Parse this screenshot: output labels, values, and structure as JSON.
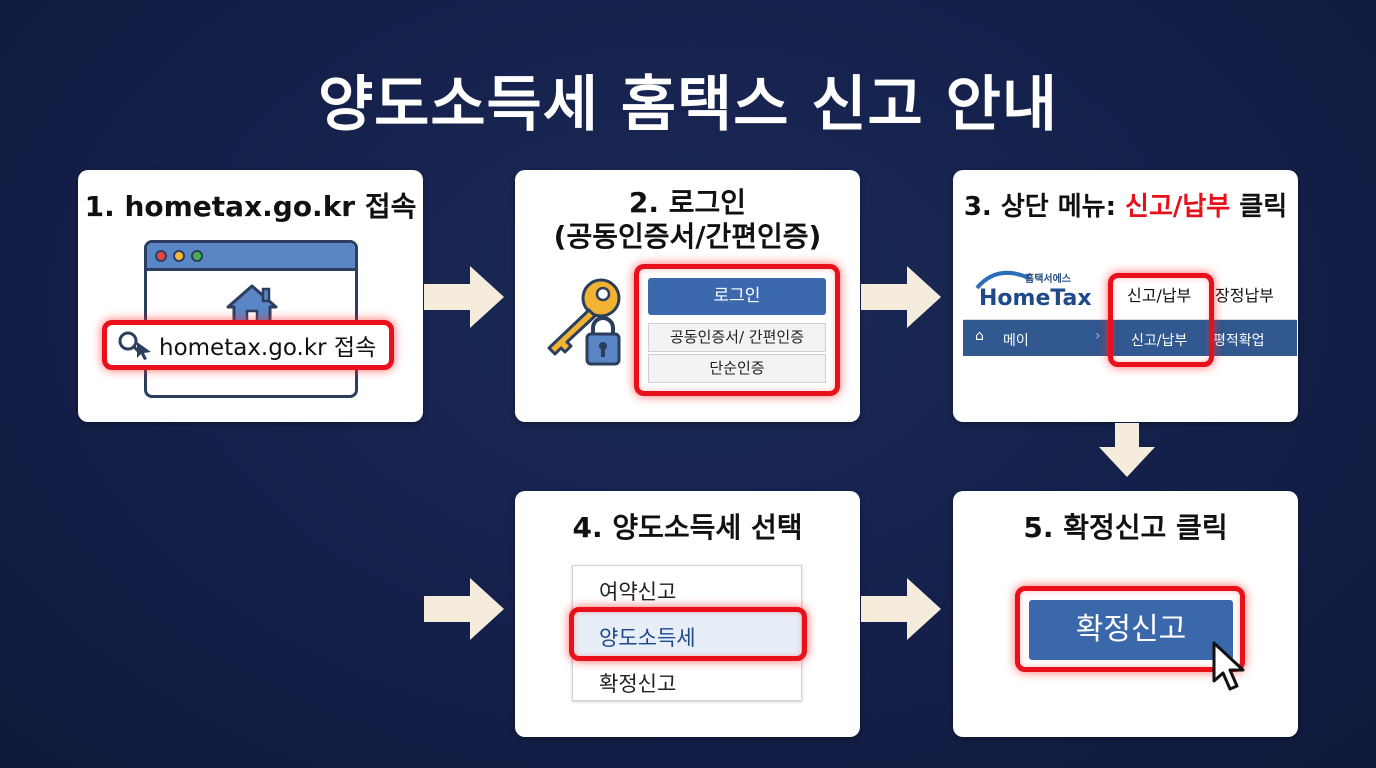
{
  "title": "양도소득세 홈택스 신고 안내",
  "steps": [
    {
      "title": "1. hometax.go.kr 접속",
      "url_text": "hometax.go.kr 접속"
    },
    {
      "title_line1": "2. 로그인",
      "title_line2": "(공동인증서/간편인증)",
      "login_button": "로그인",
      "option1": "공동인증서/ 간편인증",
      "option2": "단순인증"
    },
    {
      "title_prefix": "3. 상단 메뉴: ",
      "title_highlight": "신고/납부",
      "title_suffix": " 클릭",
      "logo_small": "홈택서에스",
      "logo": "HomeTax",
      "menu_selected": "신고/납부",
      "menu_next": "장정납부",
      "nav_home": "메이",
      "nav_selected": "신고/납부",
      "nav_next": "평적확업"
    },
    {
      "title": "4. 양도소득세 선택",
      "items": [
        "여약신고",
        "양도소득세",
        "확정신고"
      ]
    },
    {
      "title": "5. 확정신고 클릭",
      "button": "확정신고"
    }
  ],
  "colors": {
    "background": "#14204a",
    "highlight": "#e8101a",
    "button_blue": "#3a68ab",
    "arrow": "#f5ecdc"
  }
}
